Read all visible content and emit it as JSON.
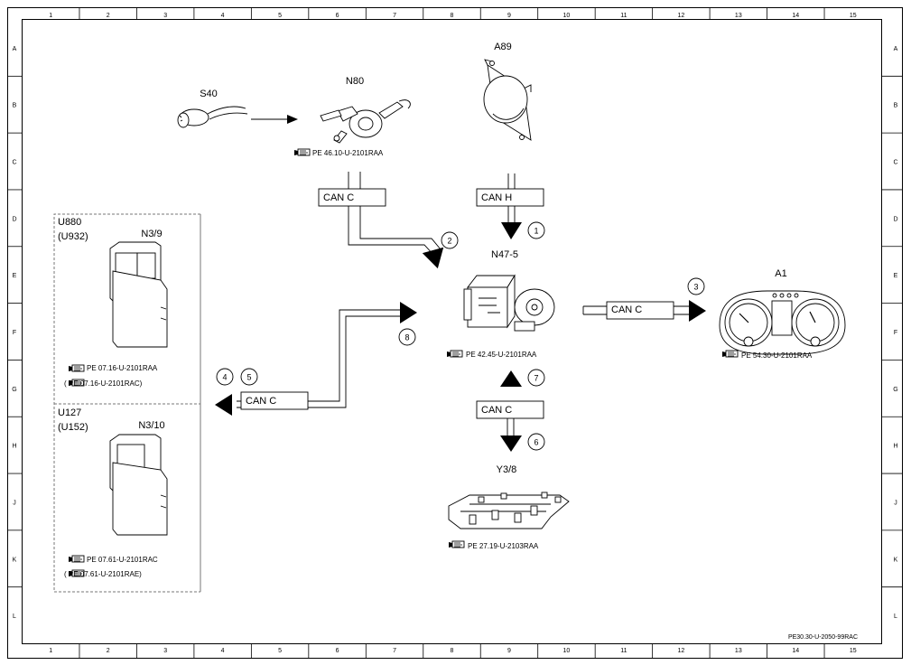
{
  "grid": {
    "cols": [
      "1",
      "2",
      "3",
      "4",
      "5",
      "6",
      "7",
      "8",
      "9",
      "10",
      "11",
      "12",
      "13",
      "14",
      "15"
    ],
    "rows": [
      "A",
      "B",
      "C",
      "D",
      "E",
      "F",
      "G",
      "H",
      "J",
      "K",
      "L"
    ]
  },
  "components": {
    "s40": "S40",
    "n80": "N80",
    "a89": "A89",
    "n47_5": "N47-5",
    "a1": "A1",
    "y3_8": "Y3/8",
    "u880": "U880",
    "u932": "(U932)",
    "n3_9": "N3/9",
    "u127": "U127",
    "u152": "(U152)",
    "n3_10": "N3/10"
  },
  "refs": {
    "n80": "PE 46.10-U-2101RAA",
    "n47_5": "PE 42.45-U-2101RAA",
    "a1": "PE 54.30-U-2101RAA",
    "y3_8": "PE 27.19-U-2103RAA",
    "n3_9_a": "PE 07.16-U-2101RAA",
    "n3_9_b": "(  PE 07.16-U-2101RAC)",
    "n3_10_a": "PE 07.61-U-2101RAC",
    "n3_10_b": "(  PE 07.61-U-2101RAE)"
  },
  "buses": {
    "n80_can": "CAN C",
    "a89_can": "CAN H",
    "a1_can": "CAN C",
    "engine_can": "CAN C",
    "y3_can": "CAN C"
  },
  "markers": [
    "1",
    "2",
    "3",
    "4",
    "5",
    "6",
    "7",
    "8"
  ],
  "footer_code": "PE30.30-U-2050-99RAC"
}
